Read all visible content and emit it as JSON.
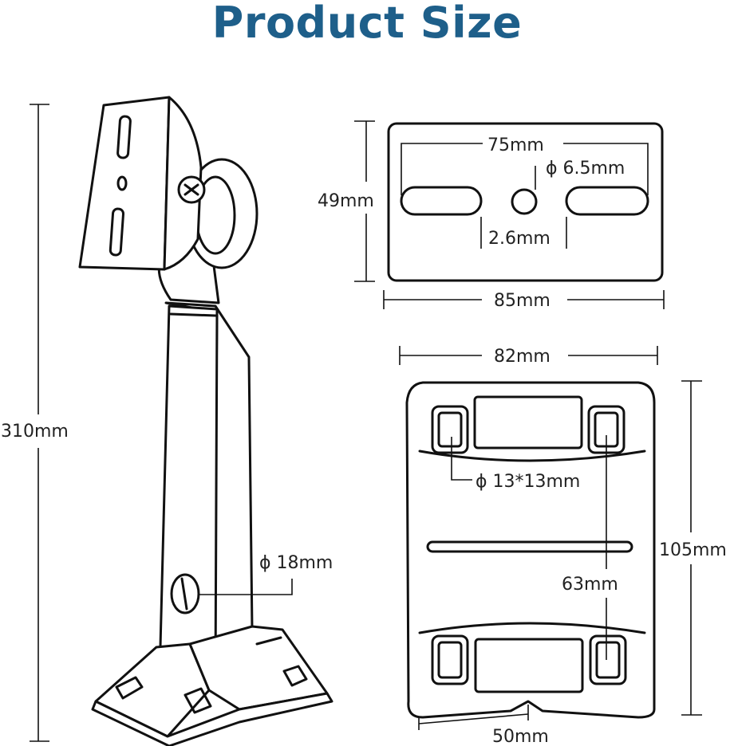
{
  "title": "Product Size",
  "dimensions": {
    "height_total": "310mm",
    "hole_round": "ϕ 18mm",
    "plate_width_inner": "75mm",
    "plate_hole": "ϕ 6.5mm",
    "plate_height": "49mm",
    "plate_gap": "2.6mm",
    "plate_width": "85mm",
    "base_width": "82mm",
    "base_square_hole": "ϕ 13*13mm",
    "base_height": "105mm",
    "base_hole_spacing": "63mm",
    "base_bottom_width": "50mm"
  }
}
